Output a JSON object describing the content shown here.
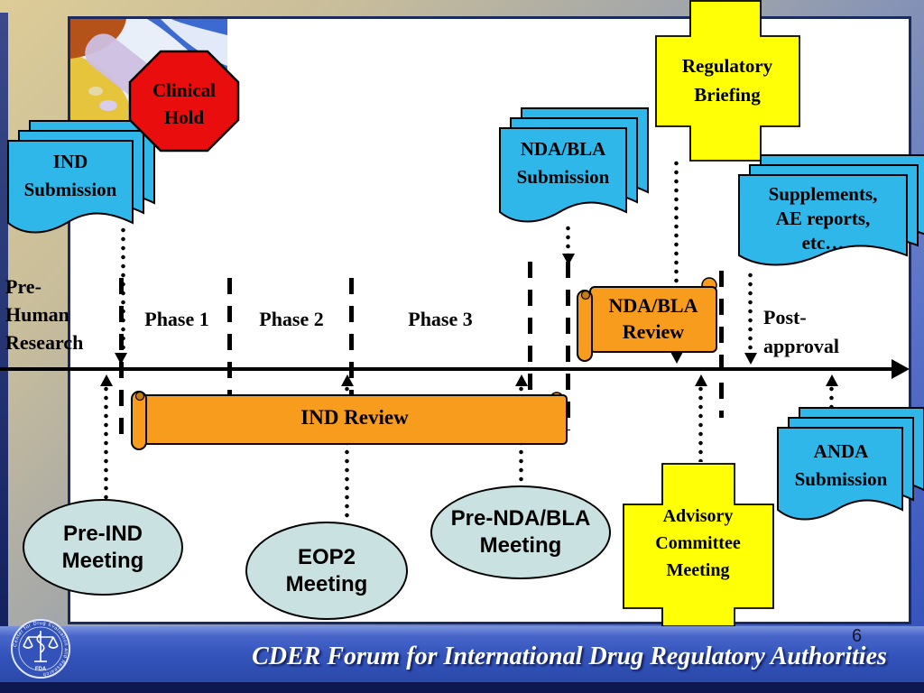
{
  "stop_sign": {
    "clinical_hold": "Clinical\nHold"
  },
  "documents": {
    "ind": "IND\nSubmission",
    "nda_bla": "NDA/BLA\nSubmission",
    "supplements": "Supplements,\nAE reports,\netc…",
    "anda": "ANDA\nSubmission"
  },
  "crosses": {
    "regulatory_briefing": "Regulatory\nBriefing",
    "advisory_committee": "Advisory\nCommittee\nMeeting"
  },
  "reviews": {
    "ind_review": "IND Review",
    "nda_bla_review": "NDA/BLA\nReview"
  },
  "meetings": {
    "pre_ind": "Pre-IND\nMeeting",
    "eop2": "EOP2\nMeeting",
    "pre_nda_bla": "Pre-NDA/BLA\nMeeting"
  },
  "timeline": {
    "pre_human": "Pre-\nHuman\nResearch",
    "phase1": "Phase 1",
    "phase2": "Phase 2",
    "phase3": "Phase 3",
    "post_approval": "Post-\napproval"
  },
  "footer": {
    "title": "CDER Forum for International Drug Regulatory Authorities",
    "page_number": "6"
  },
  "seal": {
    "ring_text": "Center for Drug Evaluation and Research",
    "fda": "FDA"
  },
  "colors": {
    "document_blue": "#2FB7E9",
    "meeting_ellipse": "#C9E2E1",
    "review_orange": "#F89C1E",
    "cross_yellow": "#FFFF05",
    "stop_red": "#E90D0D",
    "footer_blue": "#3353BB"
  }
}
